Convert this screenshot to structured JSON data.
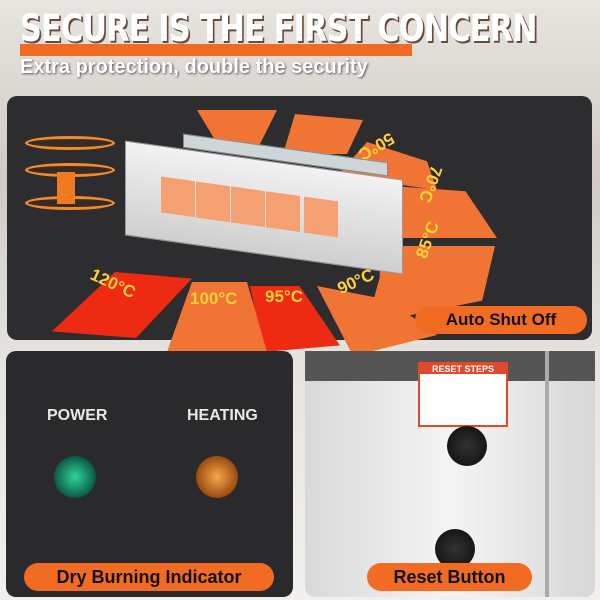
{
  "header": {
    "title": "SECURE IS THE FIRST CONCERN",
    "subtitle": "Extra protection, double the security"
  },
  "temperatures": {
    "t120": "120°C",
    "t100": "100°C",
    "t95": "95°C",
    "t90": "90°C",
    "t85": "85°C",
    "t70": "70°C",
    "t50": "50°C"
  },
  "auto_shut_off": "Auto Shut Off",
  "indicator_panel": {
    "power": "POWER",
    "heating": "HEATING",
    "caption": "Dry Burning Indicator"
  },
  "reset_panel": {
    "sticker_title": "RESET STEPS",
    "caption": "Reset Button"
  },
  "colors": {
    "accent": "#f26b22",
    "red": "#ee2a12",
    "dark": "#2d2d30"
  }
}
